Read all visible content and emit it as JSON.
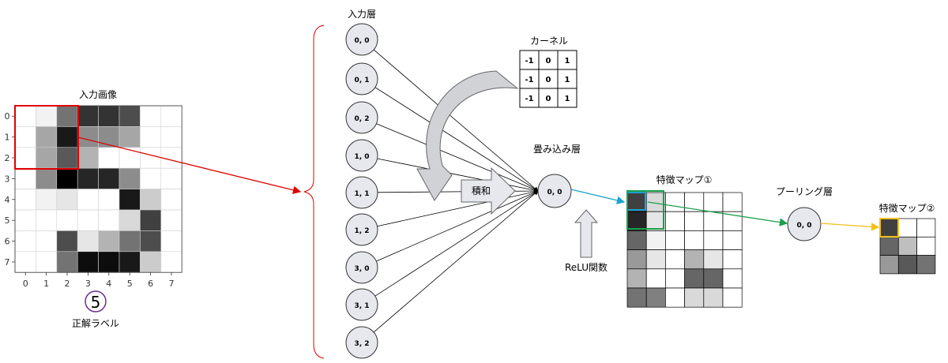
{
  "input_image": {
    "title": "入力画像",
    "row_ticks": [
      "0",
      "1",
      "2",
      "3",
      "4",
      "5",
      "6",
      "7"
    ],
    "col_ticks": [
      "0",
      "1",
      "2",
      "3",
      "4",
      "5",
      "6",
      "7"
    ],
    "grid": [
      [
        0.0,
        0.05,
        0.55,
        0.8,
        0.8,
        0.7,
        0.0,
        0.0
      ],
      [
        0.0,
        0.35,
        0.9,
        0.45,
        0.45,
        0.35,
        0.0,
        0.0
      ],
      [
        0.0,
        0.35,
        0.65,
        0.3,
        0.0,
        0.0,
        0.0,
        0.0
      ],
      [
        0.0,
        0.45,
        1.0,
        0.85,
        0.85,
        0.45,
        0.0,
        0.0
      ],
      [
        0.0,
        0.05,
        0.1,
        0.0,
        0.0,
        0.9,
        0.2,
        0.0
      ],
      [
        0.0,
        0.0,
        0.0,
        0.0,
        0.0,
        0.15,
        0.75,
        0.0
      ],
      [
        0.0,
        0.0,
        0.7,
        0.1,
        0.3,
        0.55,
        0.7,
        0.0
      ],
      [
        0.0,
        0.0,
        0.55,
        0.95,
        0.95,
        0.9,
        0.2,
        0.0
      ]
    ]
  },
  "label": {
    "digit": "5",
    "caption": "正解ラベル"
  },
  "input_layer": {
    "title": "入力層",
    "nodes": [
      "0, 0",
      "0, 1",
      "0, 2",
      "1, 0",
      "1, 1",
      "1, 2",
      "3, 0",
      "3, 1",
      "3, 2"
    ]
  },
  "kernel": {
    "title": "カーネル",
    "rows": [
      [
        "-1",
        "0",
        "1"
      ],
      [
        "-1",
        "0",
        "1"
      ],
      [
        "-1",
        "0",
        "1"
      ]
    ]
  },
  "product_sum": "積和",
  "conv_layer": {
    "title": "畳み込み層",
    "node": "0, 0"
  },
  "activation": "ReLU関数",
  "feature_map1": {
    "title": "特徴マップ①",
    "grid": [
      [
        0.75,
        0.15,
        0,
        0,
        0,
        0
      ],
      [
        0.85,
        0.1,
        0,
        0,
        0,
        0
      ],
      [
        0.6,
        0.05,
        0,
        0,
        0,
        0
      ],
      [
        0.4,
        0.1,
        0,
        0.3,
        0.1,
        0
      ],
      [
        0.3,
        0,
        0,
        0.6,
        0.6,
        0
      ],
      [
        0.55,
        0.5,
        0,
        0.15,
        0.15,
        0
      ]
    ]
  },
  "pooling_layer": {
    "title": "プーリング層",
    "node": "0, 0"
  },
  "feature_map2": {
    "title": "特徴マップ②",
    "grid": [
      [
        0.75,
        0,
        0
      ],
      [
        0.6,
        0.25,
        0
      ],
      [
        0.4,
        0.65,
        0.55
      ]
    ]
  },
  "colors": {
    "red": "#e00000",
    "cyan": "#1aa3d1",
    "green": "#1a9e4b",
    "yellow": "#f2c01b",
    "node_fill": "#e6e8ee",
    "arrow_fill": "#d0d2d6"
  }
}
